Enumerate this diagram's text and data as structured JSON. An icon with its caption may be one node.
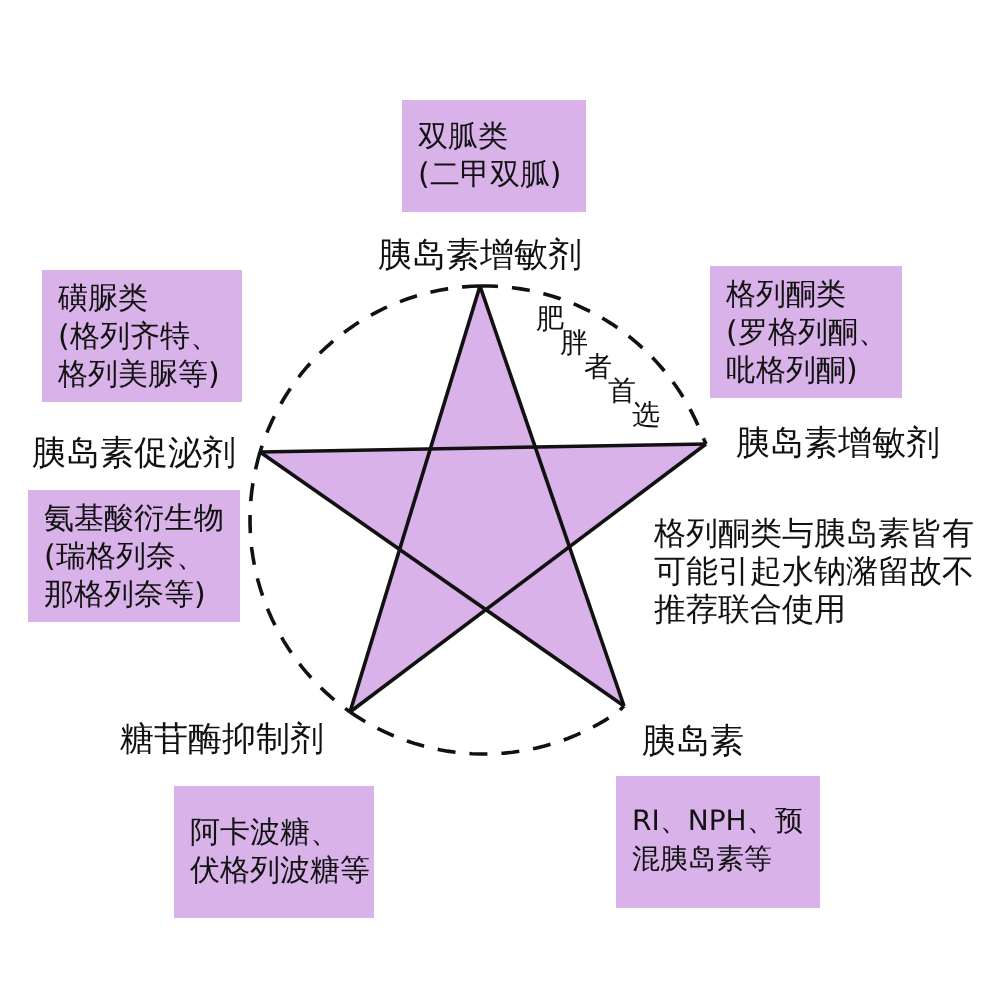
{
  "diagram": {
    "nodes": [
      {
        "text": [
          "双胍类",
          "(二甲双胍)"
        ]
      },
      {
        "text": [
          "胰岛素增敏剂"
        ]
      },
      {
        "text": [
          "磺脲类",
          "(格列齐特、格列美脲等)"
        ]
      },
      {
        "text": [
          "格列酮类",
          "(罗格列酮、吡格列酮)"
        ]
      },
      {
        "text": [
          "胰岛素促泌剂"
        ]
      },
      {
        "text": [
          "胰岛素增敏剂"
        ]
      },
      {
        "text": [
          "氨基酸衍生物",
          "(瑞格列奈、那格列奈等)"
        ]
      },
      {
        "text": [
          "糖苷酶抑制剂"
        ]
      },
      {
        "text": [
          "胰岛素"
        ]
      },
      {
        "text": [
          "阿卡波糖、伏格列波糖等"
        ]
      },
      {
        "text": [
          "RI、NPH、预混胰岛素等"
        ]
      }
    ],
    "edges": [
      {
        "from": 1,
        "to": 7,
        "arrow": "none"
      },
      {
        "from": 1,
        "to": 8,
        "arrow": "none"
      },
      {
        "from": 4,
        "to": 5,
        "arrow": "none"
      },
      {
        "from": 4,
        "to": 8,
        "arrow": "none"
      },
      {
        "from": 5,
        "to": 7,
        "arrow": "none"
      },
      {
        "from": 1,
        "to": 4,
        "arrow": "none",
        "style": "dashed"
      },
      {
        "from": 1,
        "to": 5,
        "arrow": "none",
        "style": "dashed",
        "label": "肥胖者首选"
      },
      {
        "from": 4,
        "to": 7,
        "arrow": "none",
        "style": "dashed"
      },
      {
        "from": 7,
        "to": 8,
        "arrow": "none",
        "style": "dashed"
      }
    ],
    "labels": [
      "格列酮类与胰岛素皆有可能引起水钠潴留故不推荐联合使用"
    ]
  }
}
